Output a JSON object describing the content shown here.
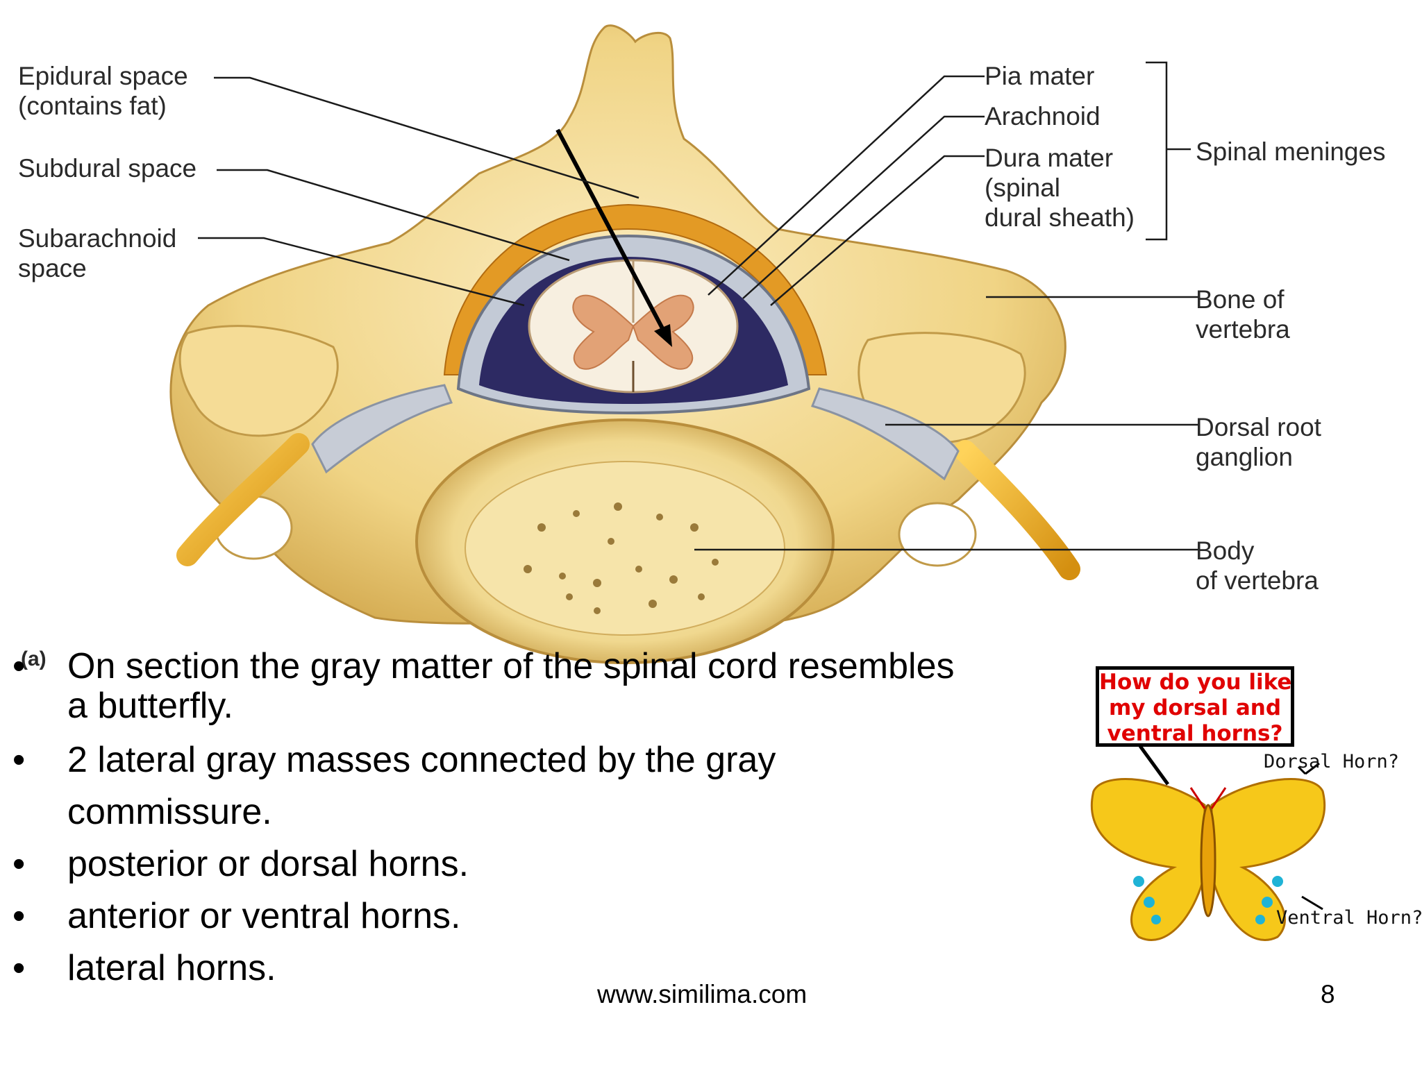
{
  "diagram": {
    "labels_left": {
      "epidural_1": "Epidural space",
      "epidural_2": "(contains fat)",
      "subdural": "Subdural space",
      "subarachnoid_1": "Subarachnoid",
      "subarachnoid_2": "space"
    },
    "labels_right": {
      "pia": "Pia mater",
      "arachnoid": "Arachnoid",
      "dura_1": "Dura mater",
      "dura_2": "(spinal",
      "dura_3": "dural sheath)",
      "meninges": "Spinal meninges",
      "bone_1": "Bone of",
      "bone_2": "vertebra",
      "dorsal_1": "Dorsal root",
      "dorsal_2": "ganglion",
      "body_1": "Body",
      "body_2": "of vertebra"
    },
    "panel_label": "(a)"
  },
  "bullets": [
    "On section the gray matter of the spinal cord resembles",
    "a butterfly.",
    "2 lateral gray masses connected by the gray",
    "commissure.",
    "posterior or dorsal horns.",
    "anterior or ventral horns.",
    "lateral horns."
  ],
  "bullet_symbol": "•",
  "butterfly": {
    "bubble_1": "How do you like",
    "bubble_2": "my dorsal and",
    "bubble_3": "ventral horns?",
    "dorsal_label": "Dorsal Horn?",
    "ventral_label": "Ventral Horn?"
  },
  "footer": {
    "url": "www.similima.com",
    "page_number": "8"
  },
  "colors": {
    "bone": "#f2d88f",
    "bone_dark": "#d9b35a",
    "dura": "#b9c2cf",
    "fat": "#e0961f",
    "csf": "#2d2a63",
    "white_matter": "#f7efe0",
    "gray_matter": "#e2a276",
    "nerve": "#efb127",
    "bubble_text": "#e00000",
    "butterfly_wing": "#f6c81a",
    "butterfly_spots": "#1fb3d6"
  }
}
